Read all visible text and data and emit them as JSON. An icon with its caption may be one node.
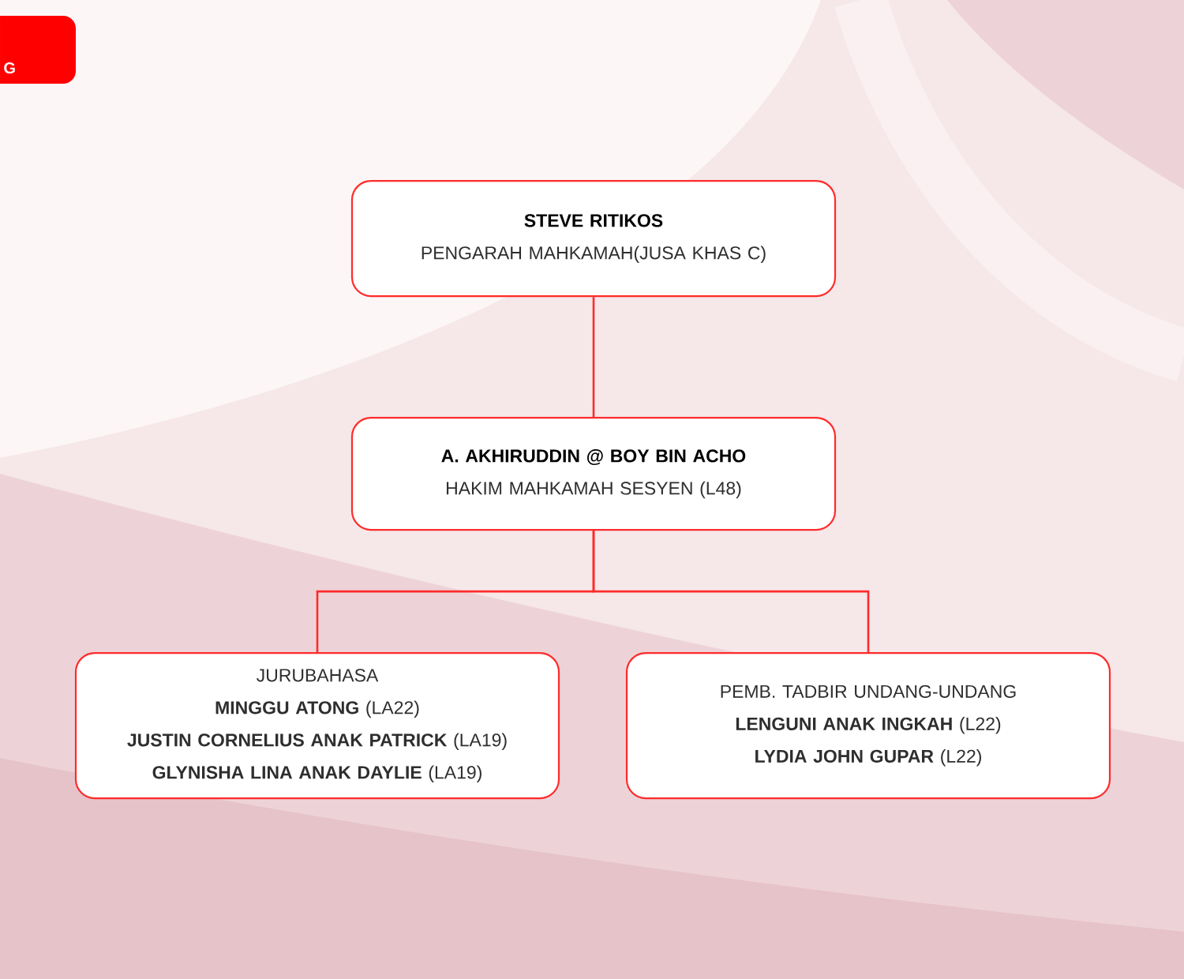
{
  "diagram": {
    "nodes": [
      {
        "text": [
          "STEVE RITIKOS",
          "PENGARAH MAHKAMAH(JUSA KHAS C)"
        ]
      },
      {
        "text": [
          "A. AKHIRUDDIN @ BOY BIN ACHO",
          "HAKIM MAHKAMAH SESYEN (L48)"
        ]
      },
      {
        "text": [
          "JURUBAHASA",
          "**MINGGU ATONG** (LA22)",
          "**JUSTIN CORNELIUS ANAK PATRICK** (LA19)",
          "**GLYNISHA LINA ANAK DAYLIE** (LA19)"
        ]
      },
      {
        "text": [
          "PEMB. TADBIR UNDANG-UNDANG",
          "**LENGUNI ANAK INGKAH** (L22)",
          "**LYDIA JOHN GUPAR** (L22)"
        ]
      }
    ],
    "edges": [
      {
        "from": 0,
        "to": 1,
        "arrow": "none"
      },
      {
        "from": 1,
        "to": 2,
        "arrow": "none"
      },
      {
        "from": 1,
        "to": 3,
        "arrow": "none"
      }
    ],
    "labels": [
      "G"
    ]
  }
}
